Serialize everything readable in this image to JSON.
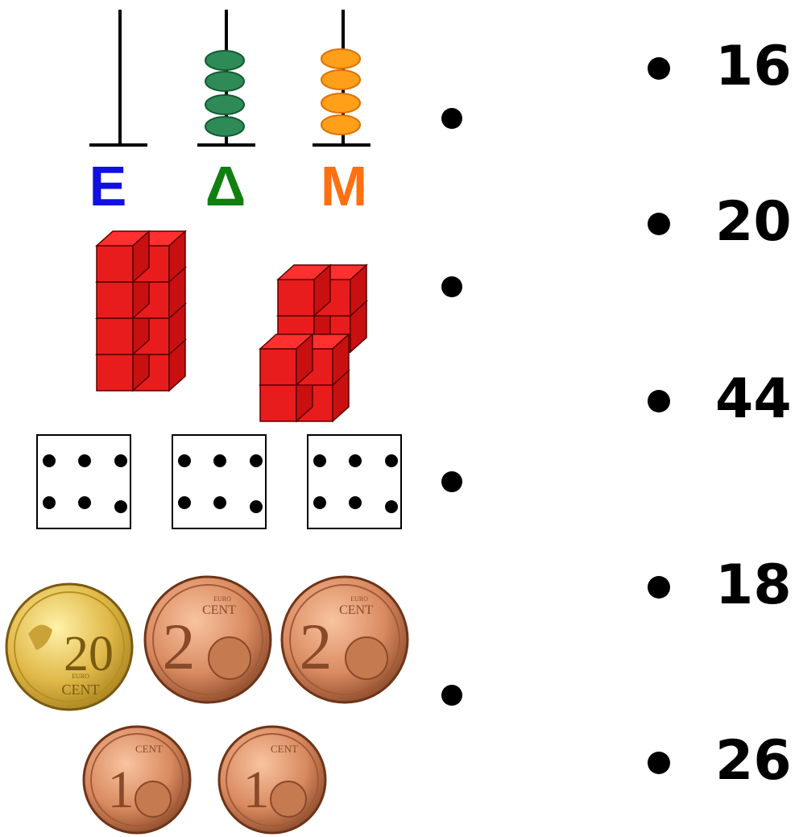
{
  "abacus": {
    "labels": [
      {
        "text": "E",
        "color": "#1010e0"
      },
      {
        "text": "Δ",
        "color": "#108010"
      },
      {
        "text": "M",
        "color": "#ff7010"
      }
    ],
    "bead_counts": [
      0,
      4,
      4
    ],
    "bead_colors": [
      "#2e8b57",
      "#2e8b57",
      "#ff9a10"
    ]
  },
  "cubes": {
    "left_tower_cubes": 8,
    "right_tower_cubes": 8,
    "color": "#e81c1c"
  },
  "dice": {
    "count": 3,
    "pips_each": 6
  },
  "coins": [
    {
      "value": "20",
      "unit": "CENT",
      "mark": "EURO"
    },
    {
      "value": "2",
      "unit": "CENT",
      "mark": "EURO"
    },
    {
      "value": "2",
      "unit": "CENT",
      "mark": "EURO"
    },
    {
      "value": "1",
      "unit": "CENT",
      "mark": ""
    },
    {
      "value": "1",
      "unit": "CENT",
      "mark": ""
    }
  ],
  "answers": [
    "16",
    "20",
    "44",
    "18",
    "26"
  ]
}
